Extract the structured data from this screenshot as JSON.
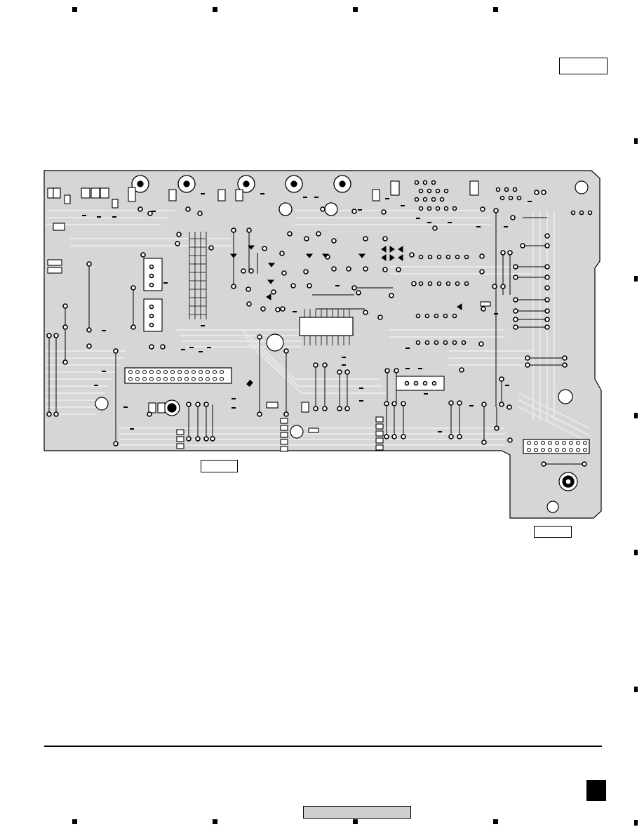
{
  "page": {
    "title": "",
    "section_labels": [
      "",
      "",
      "",
      ""
    ],
    "footer_label": "",
    "page_number": ""
  },
  "colors": {
    "board_fill": "#d9d9d9",
    "trace_light": "#f2f2f2",
    "pad_ring": "#000000",
    "ink": "#000000"
  },
  "icons": {
    "registration_mark": "filled-square",
    "side_index_mark": "filled-rectangle",
    "page_tab": "filled-square"
  }
}
